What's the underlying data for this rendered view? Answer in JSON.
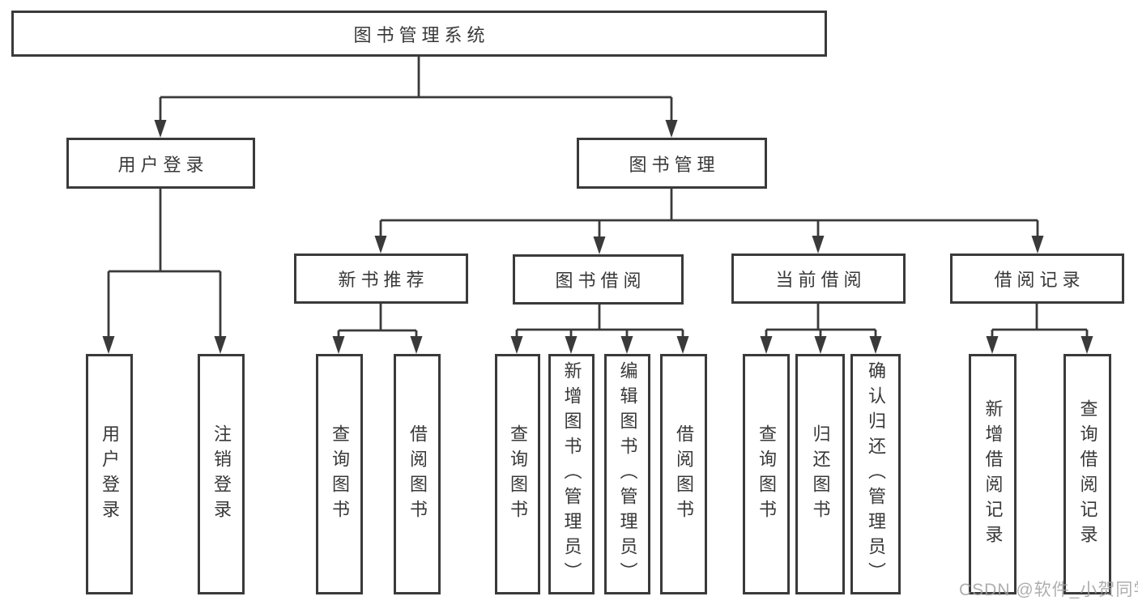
{
  "diagram": {
    "nodes": {
      "root": "图书管理系统",
      "user_login": "用户登录",
      "book_mgmt": "图书管理",
      "new_book_rec": "新书推荐",
      "book_borrow": "图书借阅",
      "current_borrow": "当前借阅",
      "borrow_record": "借阅记录",
      "leaves": {
        "user_login": [
          "用户登录",
          "注销登录"
        ],
        "new_book_rec": [
          "查询图书",
          "借阅图书"
        ],
        "book_borrow": [
          "查询图书",
          "新增图书（管理员）",
          "编辑图书（管理员）",
          "借阅图书"
        ],
        "current_borrow": [
          "查询图书",
          "归还图书",
          "确认归还（管理员）"
        ],
        "borrow_record": [
          "新增借阅记录",
          "查询借阅记录"
        ]
      }
    },
    "colors": {
      "line": "#3a3a3a",
      "text": "#383838",
      "box_fill": "#ffffff",
      "watermark": "#a0a0a0"
    }
  },
  "watermark": {
    "text": "CSDN @软件_小贺同学"
  }
}
